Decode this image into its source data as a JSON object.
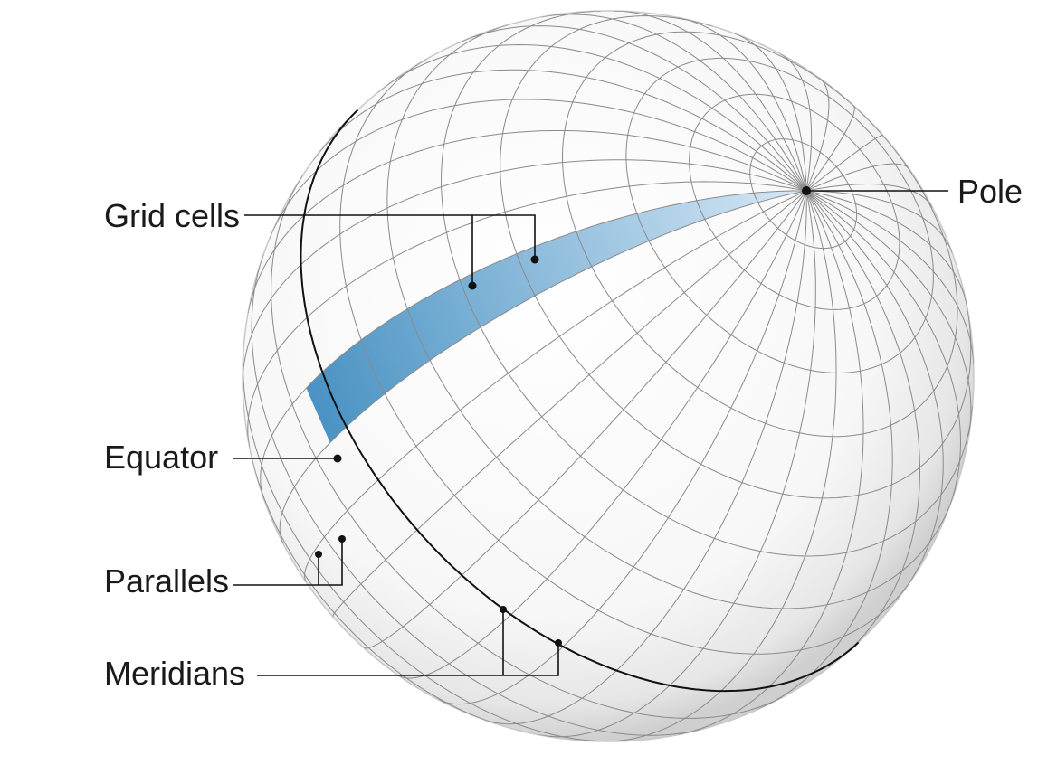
{
  "labels": {
    "grid_cells": "Grid cells",
    "pole": "Pole",
    "equator": "Equator",
    "parallels": "Parallels",
    "meridians": "Meridians"
  },
  "colors": {
    "band_dark": "#4a93c4",
    "band_light": "#d6e8f5",
    "sphere_edge": "#c8c8c8",
    "grid": "#8a8a8a"
  },
  "graticule": {
    "meridian_step_deg": 10,
    "parallel_step_deg": 10
  }
}
